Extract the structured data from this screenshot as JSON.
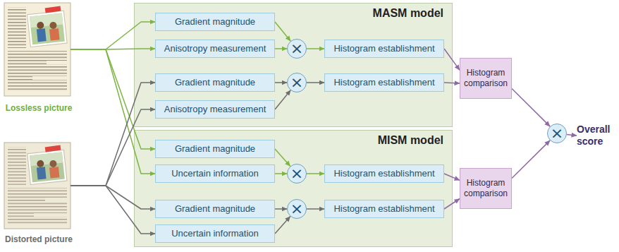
{
  "diagram": {
    "nodes": [
      {
        "text": [
          "Lossless picture"
        ]
      },
      {
        "text": [
          "Distorted picture"
        ]
      },
      {
        "text": [
          "MASM model"
        ]
      },
      {
        "text": [
          "Gradient magnitude"
        ],
        "in": 2
      },
      {
        "text": [
          "Anisotropy measurement"
        ],
        "in": 2
      },
      {
        "text": [
          "×"
        ],
        "in": 2
      },
      {
        "text": [
          "Histogram establishment"
        ],
        "in": 2
      },
      {
        "text": [
          "Gradient magnitude"
        ],
        "in": 2
      },
      {
        "text": [
          "Anisotropy measurement"
        ],
        "in": 2
      },
      {
        "text": [
          "×"
        ],
        "in": 2
      },
      {
        "text": [
          "Histogram establishment"
        ],
        "in": 2
      },
      {
        "text": [
          "MISM model"
        ]
      },
      {
        "text": [
          "Gradient magnitude"
        ],
        "in": 11
      },
      {
        "text": [
          "Uncertain information"
        ],
        "in": 11
      },
      {
        "text": [
          "×"
        ],
        "in": 11
      },
      {
        "text": [
          "Histogram establishment"
        ],
        "in": 11
      },
      {
        "text": [
          "Gradient magnitude"
        ],
        "in": 11
      },
      {
        "text": [
          "Uncertain information"
        ],
        "in": 11
      },
      {
        "text": [
          "×"
        ],
        "in": 11
      },
      {
        "text": [
          "Histogram establishment"
        ],
        "in": 11
      },
      {
        "text": [
          "Histogram comparison"
        ]
      },
      {
        "text": [
          "Histogram comparison"
        ]
      },
      {
        "text": [
          "×"
        ]
      },
      {
        "text": [
          "Overall score"
        ]
      }
    ],
    "edges": [
      {
        "from": 0,
        "to": 3,
        "arrow": "to"
      },
      {
        "from": 0,
        "to": 4,
        "arrow": "to"
      },
      {
        "from": 0,
        "to": 12,
        "arrow": "to"
      },
      {
        "from": 0,
        "to": 13,
        "arrow": "to"
      },
      {
        "from": 1,
        "to": 7,
        "arrow": "to"
      },
      {
        "from": 1,
        "to": 8,
        "arrow": "to"
      },
      {
        "from": 1,
        "to": 16,
        "arrow": "to"
      },
      {
        "from": 1,
        "to": 17,
        "arrow": "to"
      },
      {
        "from": 3,
        "to": 5,
        "arrow": "to"
      },
      {
        "from": 4,
        "to": 5,
        "arrow": "to"
      },
      {
        "from": 5,
        "to": 6,
        "arrow": "to"
      },
      {
        "from": 6,
        "to": 20,
        "arrow": "to"
      },
      {
        "from": 7,
        "to": 9,
        "arrow": "to"
      },
      {
        "from": 8,
        "to": 9,
        "arrow": "to"
      },
      {
        "from": 9,
        "to": 10,
        "arrow": "to"
      },
      {
        "from": 10,
        "to": 20,
        "arrow": "to"
      },
      {
        "from": 12,
        "to": 14,
        "arrow": "to"
      },
      {
        "from": 13,
        "to": 14,
        "arrow": "to"
      },
      {
        "from": 14,
        "to": 15,
        "arrow": "to"
      },
      {
        "from": 15,
        "to": 21,
        "arrow": "to"
      },
      {
        "from": 16,
        "to": 18,
        "arrow": "to"
      },
      {
        "from": 17,
        "to": 18,
        "arrow": "to"
      },
      {
        "from": 18,
        "to": 19,
        "arrow": "to"
      },
      {
        "from": 19,
        "to": 21,
        "arrow": "to"
      },
      {
        "from": 20,
        "to": 22,
        "arrow": "to"
      },
      {
        "from": 21,
        "to": 22,
        "arrow": "to"
      },
      {
        "from": 22,
        "to": 23,
        "arrow": "to"
      }
    ]
  }
}
